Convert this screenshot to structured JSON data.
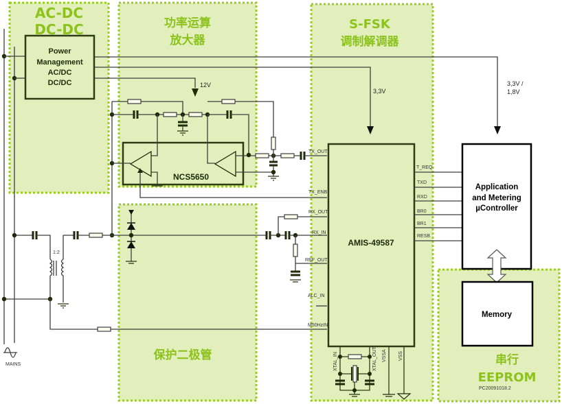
{
  "zones": {
    "power": {
      "line1": "AC-DC",
      "line2": "DC-DC"
    },
    "amplifier": {
      "line1": "功率运算",
      "line2": "放大器"
    },
    "modem": {
      "line1": "S-FSK",
      "line2": "调制解调器"
    },
    "protection": {
      "label": "保护二极管"
    },
    "eeprom": {
      "line1": "串行",
      "line2": "EEPROM"
    }
  },
  "blocks": {
    "power_management": [
      "Power",
      "Management",
      "AC/DC",
      "DC/DC"
    ],
    "opamp": "NCS5650",
    "modem_chip": "AMIS-49587",
    "controller": [
      "Application",
      "and Metering",
      "µController"
    ],
    "memory": "Memory"
  },
  "voltages": {
    "v12": "12V",
    "v33": "3,3V",
    "vmcu_1": "3,3V /",
    "vmcu_2": "1,8V"
  },
  "modem_pins_left": [
    "TX_OUT",
    "TX_ENB",
    "RX_OUT",
    "RX_IN",
    "REF_OUT",
    "ALC_IN",
    "M50HzIN"
  ],
  "modem_pins_right": [
    "T_REQ",
    "TXD",
    "RXD",
    "BR0",
    "BR1",
    "RESB"
  ],
  "modem_pins_bottom": [
    "XTAL_IN",
    "XTAL_OUT",
    "VSSA",
    "VSS"
  ],
  "transformer_ratio": "1:2",
  "mains_label": "MAINS",
  "doc_id": "PC20091018.2"
}
